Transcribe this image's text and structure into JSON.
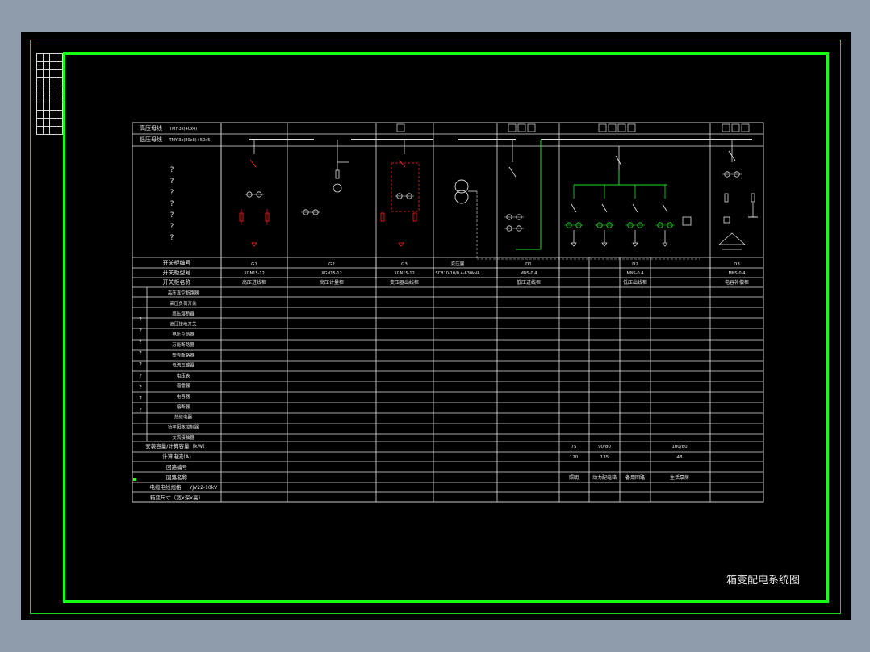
{
  "drawing": {
    "title": "箱变配电系统图",
    "bg_color": "#000000",
    "frame_color": "#16ff16",
    "line_color": "#e0e0e0",
    "hv_component_color": "#ff2020",
    "lv_bus_color": "#20e020"
  },
  "header": {
    "hv_bus_label": "高压母线",
    "hv_bus_spec": "TMY-3x(40x4)",
    "lv_bus_label": "低压母线",
    "lv_bus_spec": "TMY-3x(80x8)+50x5",
    "transformer_label": "变压器"
  },
  "row_labels": {
    "cabinet_number": "开关柜编号",
    "cabinet_model": "开关柜型号",
    "cabinet_name": "开关柜名称",
    "capacity": "安装容量/计算容量（kW）",
    "calc_current": "计算电流(A)",
    "circuit_no": "回路编号",
    "circuit_name": "回路名称",
    "cable_spec": "电缆电线规格",
    "cable_model": "YJV22-10kV",
    "dimensions": "箱变尺寸（宽x深x高）"
  },
  "cabinets": [
    {
      "no": "G1",
      "model": "XGN15-12",
      "name": "高压进线柜"
    },
    {
      "no": "G2",
      "model": "XGN15-12",
      "name": "高压计量柜"
    },
    {
      "no": "G3",
      "model": "XGN15-12",
      "name": "变压器出线柜"
    },
    {
      "no": "变压器",
      "model": "SCB10-10/0.4-630kVA",
      "name": ""
    },
    {
      "no": "D1",
      "model": "MNS-0.4",
      "name": "低压进线柜"
    },
    {
      "no": "D2",
      "model": "MNS-0.4",
      "name": "低压出线柜"
    },
    {
      "no": "D3",
      "model": "MNS-0.4",
      "name": "电容补偿柜"
    }
  ],
  "circuits": [
    {
      "capacity": "75",
      "current": "120",
      "name": "照明"
    },
    {
      "capacity": "90/80",
      "current": "135",
      "name": "动力配电箱"
    },
    {
      "capacity": "",
      "current": "",
      "name": "备用回路"
    },
    {
      "capacity": "100/80",
      "current": "48",
      "name": "生活泵房"
    }
  ],
  "param_labels": [
    "高压真空断路器",
    "高压负荷开关",
    "高压熔断器",
    "高压接地开关",
    "电压互感器",
    "万能断路器",
    "塑壳断路器",
    "电流互感器",
    "电压表",
    "避雷器",
    "电容器",
    "熔断器",
    "热继电器",
    "功率因数控制器",
    "交流接触器"
  ]
}
